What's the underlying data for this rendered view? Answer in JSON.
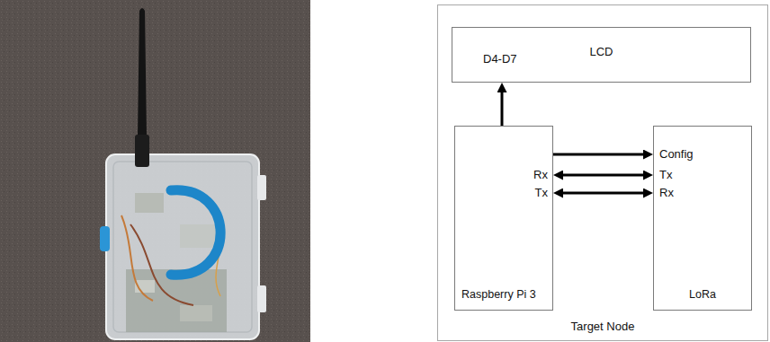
{
  "diagram": {
    "nodes": [
      {
        "text": [
          "Target Node"
        ]
      },
      {
        "text": [
          "LCD"
        ],
        "in": 0
      },
      {
        "text": [
          "Raspberry Pi 3"
        ],
        "in": 0
      },
      {
        "text": [
          "LoRa"
        ],
        "in": 0
      }
    ],
    "edges": [
      {
        "from": 2,
        "to": 1,
        "arrow": "to"
      },
      {
        "from": 2,
        "to": 3,
        "arrow": "to"
      },
      {
        "from": 2,
        "to": 3,
        "arrow": "both"
      },
      {
        "from": 2,
        "to": 3,
        "arrow": "both"
      }
    ],
    "labels": [
      "D4-D7",
      "Config",
      "Rx",
      "Tx",
      "Tx",
      "Rx"
    ]
  }
}
